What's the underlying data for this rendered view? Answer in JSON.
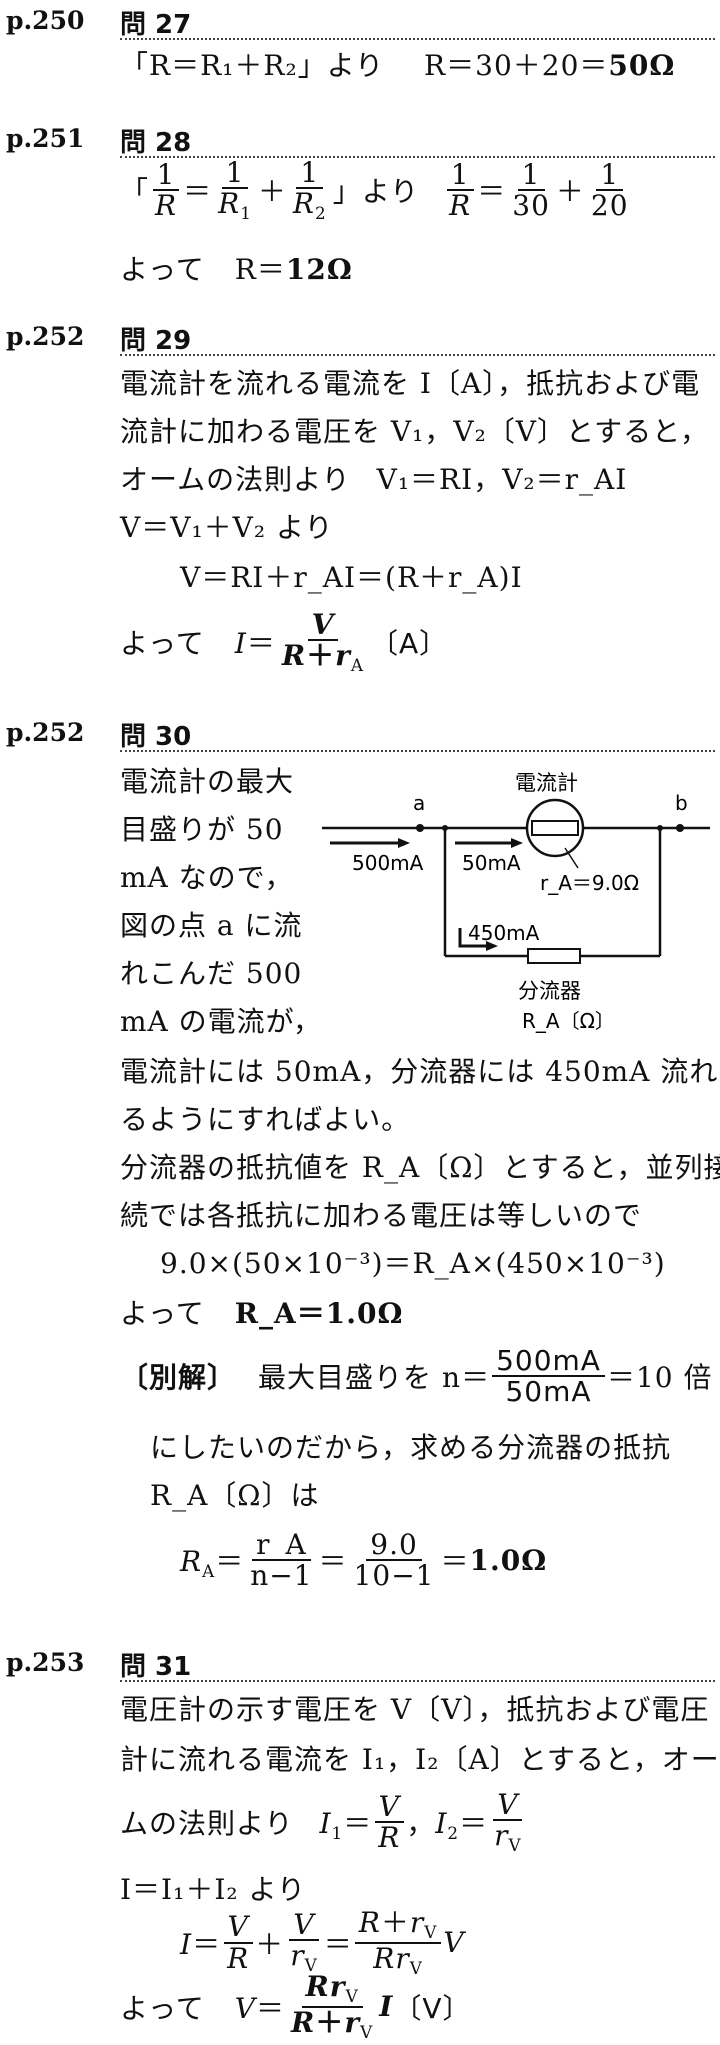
{
  "sections": [
    {
      "page": "p.250",
      "question": "問 27"
    },
    {
      "page": "p.251",
      "question": "問 28"
    },
    {
      "page": "p.252",
      "question": "問 29"
    },
    {
      "page": "p.252",
      "question": "問 30"
    },
    {
      "page": "p.253",
      "question": "問 31"
    }
  ],
  "q27": {
    "quote": "「R＝R₁＋R₂」より",
    "eq": "R＝30＋20＝",
    "answer": "50Ω"
  },
  "q28": {
    "yori": "」より",
    "yotte": "よって",
    "eq": "R＝",
    "answer": "12Ω",
    "one": "1",
    "r30": "30",
    "r20": "20"
  },
  "q29": {
    "line1": "電流計を流れる電流を I〔A〕，抵抗および電",
    "line2": "流計に加わる電圧を V₁，V₂〔V〕とすると，",
    "line3a": "オームの法則より",
    "line3b": "V₁＝RI，V₂＝r_AI",
    "line4": "V＝V₁＋V₂ より",
    "line5": "V＝RI＋r_AI＝(R＋r_A)I",
    "yotte": "よって",
    "answer_unit": "〔A〕"
  },
  "q30": {
    "left_lines": [
      "電流計の最大",
      "目盛りが 50",
      "mA なので，",
      "図の点 a に流",
      "れこんだ 500",
      "mA の電流が，"
    ],
    "line7": "電流計には 50mA，分流器には 450mA 流れ",
    "line8": "るようにすればよい。",
    "line9": "分流器の抵抗値を R_A〔Ω〕とすると，並列接",
    "line10": "続では各抵抗に加わる電圧は等しいので",
    "line11": "9.0×(50×10⁻³)＝R_A×(450×10⁻³)",
    "yotte": "よって",
    "answer": "R_A＝1.0Ω",
    "betsukai_label": "〔別解〕",
    "betsukai_text": "最大目盛りを",
    "n_eq": "n＝",
    "frac_num": "500mA",
    "frac_den": "50mA",
    "times": "＝10 倍",
    "line13": "にしたいのだから，求める分流器の抵抗",
    "line14": "R_A〔Ω〕は",
    "final_num1": "r_A",
    "final_den1": "n−1",
    "final_num2": "9.0",
    "final_den2": "10−1",
    "final_answer": "1.0Ω",
    "diagram": {
      "point_a": "a",
      "point_b": "b",
      "ammeter": "電流計",
      "i_total": "500mA",
      "i_meter": "50mA",
      "r_meter": "r_A＝9.0Ω",
      "i_shunt": "450mA",
      "shunt": "分流器",
      "shunt_r": "R_A〔Ω〕"
    }
  },
  "q31": {
    "line1": "電圧計の示す電圧を V〔V〕，抵抗および電圧",
    "line2": "計に流れる電流を I₁，I₂〔A〕とすると，オー",
    "line3": "ムの法則より",
    "line4": "I＝I₁＋I₂ より",
    "yotte": "よって",
    "unit": "〔V〕"
  }
}
